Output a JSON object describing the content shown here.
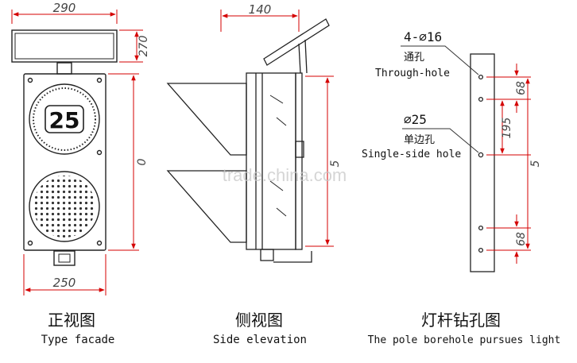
{
  "colors": {
    "dimension_line": "#d40000",
    "drawing": "#222222"
  },
  "front": {
    "dim_top_width": "290",
    "dim_panel_height": "270",
    "dim_body_height": "0",
    "dim_bottom_width": "250",
    "countdown_value": "25",
    "caption_cn": "正视图",
    "caption_en": "Type facade"
  },
  "side": {
    "dim_width": "140",
    "dim_height": "5",
    "caption_cn": "侧视图",
    "caption_en": "Side elevation"
  },
  "pole": {
    "through_hole_spec": "4-∅16",
    "through_hole_cn": "通孔",
    "through_hole_en": "Through-hole",
    "single_hole_spec": "∅25",
    "single_hole_cn": "单边孔",
    "single_hole_en": "Single-side hole",
    "dim_68_top": "68",
    "dim_195": "195",
    "dim_68_bottom": "68",
    "dim_total": "5",
    "caption_cn": "灯杆钻孔图",
    "caption_en": "The pole borehole pursues light"
  },
  "watermark": "trade.china.com"
}
